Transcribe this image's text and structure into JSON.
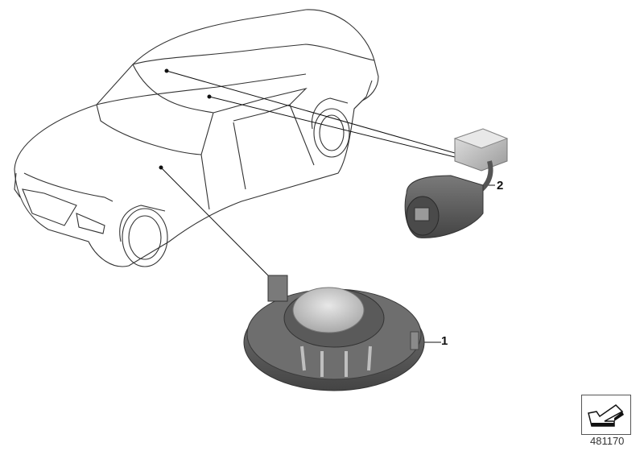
{
  "diagram": {
    "type": "exploded-parts-diagram",
    "subject": "vehicle with alarm siren and ultrasonic/interior sensor module",
    "callouts": [
      {
        "id": "1",
        "label": "1",
        "part": "alarm siren / speaker unit"
      },
      {
        "id": "2",
        "label": "2",
        "part": "sensor module with connector"
      }
    ],
    "figure_number": "481170",
    "nav_icon": "back-arrow-icon",
    "colors": {
      "line": "#222222",
      "part_dark": "#5a5a5a",
      "part_light": "#c8c8c8",
      "background": "#ffffff"
    }
  }
}
